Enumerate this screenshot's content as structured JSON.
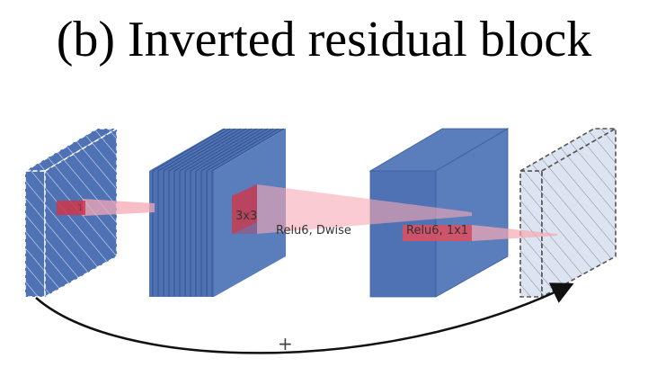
{
  "title": "(b) Inverted residual block",
  "labels": {
    "kernel_marker": "1",
    "dwise_kernel": "3x3",
    "dwise_op": "Relu6, Dwise",
    "pointwise_op": "Relu6, 1x1",
    "residual_add": "+"
  },
  "colors": {
    "block_blue": "#4e72b4",
    "block_blue_dark": "#3e5e9c",
    "block_light": "#d6deee",
    "kernel_red": "#d0364a",
    "projection_pink": "#f6a8b4"
  }
}
